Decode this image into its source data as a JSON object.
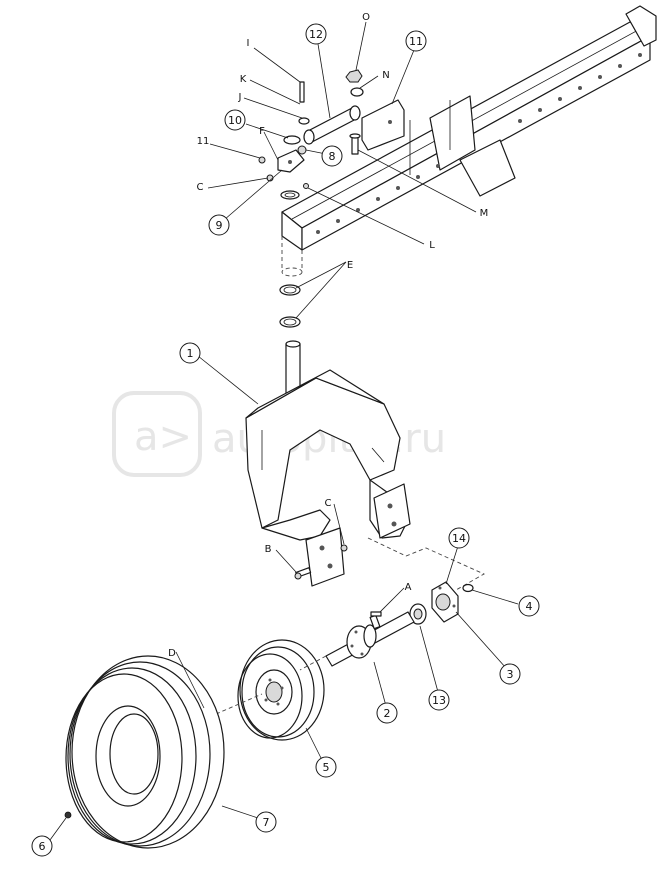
{
  "watermark": {
    "text": "autopiter.ru",
    "icon": "autopiter-logo-icon"
  },
  "callouts": [
    {
      "id": "c12",
      "label": "12"
    },
    {
      "id": "c11a",
      "label": "11"
    },
    {
      "id": "c10",
      "label": "10"
    },
    {
      "id": "c8",
      "label": "8"
    },
    {
      "id": "c9",
      "label": "9"
    },
    {
      "id": "c1",
      "label": "1"
    },
    {
      "id": "c14",
      "label": "14"
    },
    {
      "id": "c4",
      "label": "4"
    },
    {
      "id": "c3",
      "label": "3"
    },
    {
      "id": "c13",
      "label": "13"
    },
    {
      "id": "c2",
      "label": "2"
    },
    {
      "id": "c5",
      "label": "5"
    },
    {
      "id": "c7",
      "label": "7"
    },
    {
      "id": "c6",
      "label": "6"
    }
  ],
  "letters": [
    {
      "id": "lO",
      "label": "O"
    },
    {
      "id": "lI",
      "label": "I"
    },
    {
      "id": "lN",
      "label": "N"
    },
    {
      "id": "lK",
      "label": "K"
    },
    {
      "id": "lJ",
      "label": "J"
    },
    {
      "id": "lF",
      "label": "F"
    },
    {
      "id": "l11",
      "label": "11"
    },
    {
      "id": "lC1",
      "label": "C"
    },
    {
      "id": "lM",
      "label": "M"
    },
    {
      "id": "lL",
      "label": "L"
    },
    {
      "id": "lE",
      "label": "E"
    },
    {
      "id": "lC2",
      "label": "C"
    },
    {
      "id": "lB",
      "label": "B"
    },
    {
      "id": "lA",
      "label": "A"
    },
    {
      "id": "lD",
      "label": "D"
    }
  ]
}
